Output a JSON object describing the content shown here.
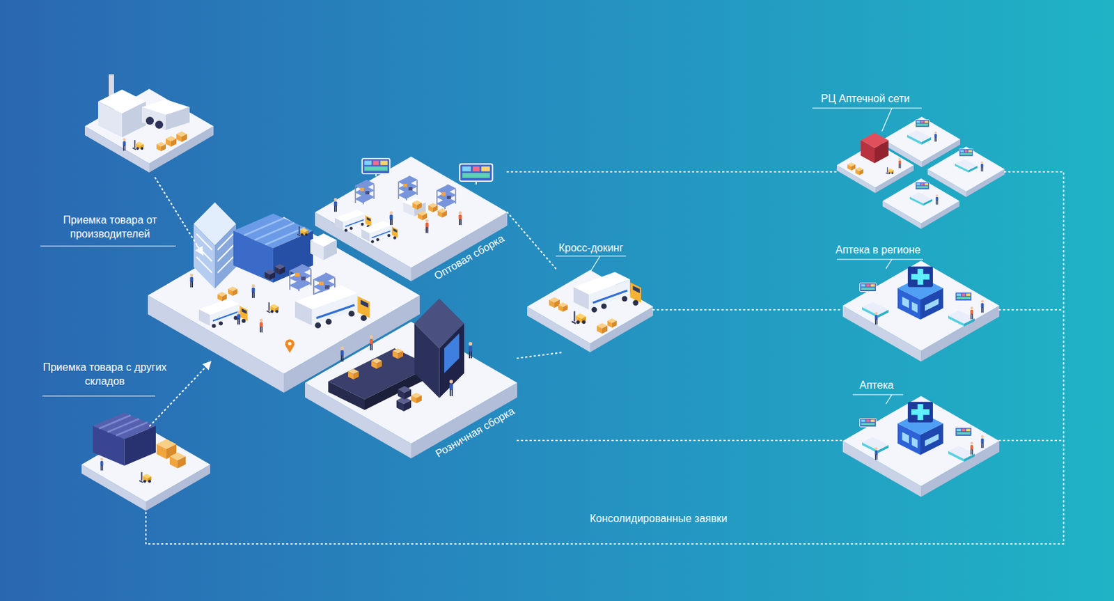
{
  "diagram": {
    "nodes": [
      {
        "text": [
          "Оптовая сборка"
        ]
      },
      {
        "text": [
          "Розничная сборка"
        ]
      },
      {
        "text": [
          "Кросс-докинг"
        ]
      },
      {
        "text": [
          "РЦ Аптечной сети"
        ]
      },
      {
        "text": [
          "Аптека в регионе"
        ]
      },
      {
        "text": [
          "Аптека"
        ]
      }
    ],
    "edges": [
      {
        "from": 0,
        "to": 3,
        "arrow": "none"
      },
      {
        "from": 0,
        "to": 2,
        "arrow": "none"
      },
      {
        "from": 1,
        "to": 2,
        "arrow": "none"
      },
      {
        "from": 2,
        "to": 4,
        "arrow": "none"
      },
      {
        "from": 1,
        "to": 5,
        "arrow": "none"
      }
    ],
    "labels": [
      "Приемка товара от производителей",
      "Приемка товара с других складов",
      "Консолидированные заявки"
    ]
  }
}
